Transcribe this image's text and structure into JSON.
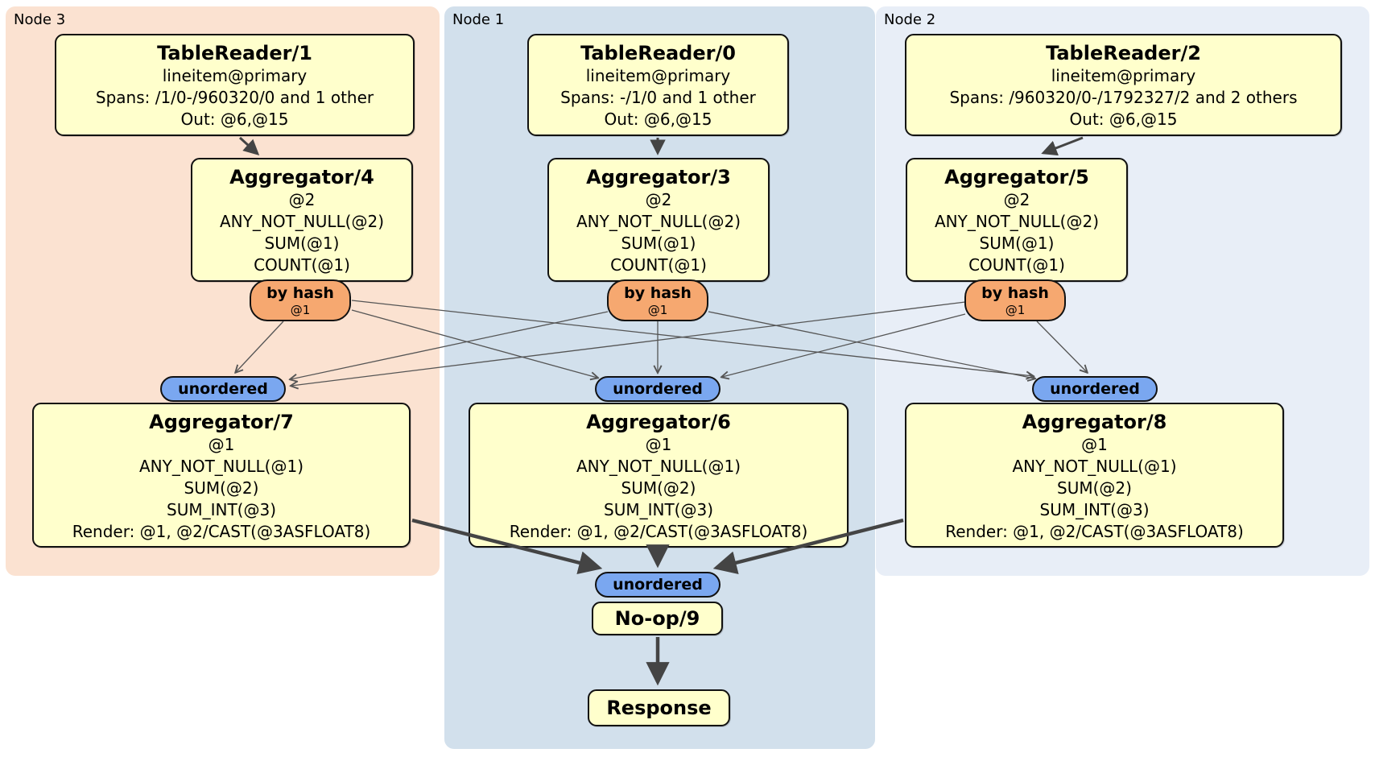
{
  "groups": [
    {
      "label": "Node 3"
    },
    {
      "label": "Node 1"
    },
    {
      "label": "Node 2"
    }
  ],
  "processors": {
    "tableReader1": {
      "title": "TableReader/1",
      "lines": [
        "lineitem@primary",
        "Spans: /1/0-/960320/0 and 1 other",
        "Out: @6,@15"
      ]
    },
    "tableReader0": {
      "title": "TableReader/0",
      "lines": [
        "lineitem@primary",
        "Spans: -/1/0 and 1 other",
        "Out: @6,@15"
      ]
    },
    "tableReader2": {
      "title": "TableReader/2",
      "lines": [
        "lineitem@primary",
        "Spans: /960320/0-/1792327/2 and 2 others",
        "Out: @6,@15"
      ]
    },
    "aggregator4": {
      "title": "Aggregator/4",
      "lines": [
        "@2",
        "ANY_NOT_NULL(@2)",
        "SUM(@1)",
        "COUNT(@1)"
      ]
    },
    "aggregator3": {
      "title": "Aggregator/3",
      "lines": [
        "@2",
        "ANY_NOT_NULL(@2)",
        "SUM(@1)",
        "COUNT(@1)"
      ]
    },
    "aggregator5": {
      "title": "Aggregator/5",
      "lines": [
        "@2",
        "ANY_NOT_NULL(@2)",
        "SUM(@1)",
        "COUNT(@1)"
      ]
    },
    "aggregator7": {
      "title": "Aggregator/7",
      "lines": [
        "@1",
        "ANY_NOT_NULL(@1)",
        "SUM(@2)",
        "SUM_INT(@3)",
        "Render: @1, @2/CAST(@3ASFLOAT8)"
      ]
    },
    "aggregator6": {
      "title": "Aggregator/6",
      "lines": [
        "@1",
        "ANY_NOT_NULL(@1)",
        "SUM(@2)",
        "SUM_INT(@3)",
        "Render: @1, @2/CAST(@3ASFLOAT8)"
      ]
    },
    "aggregator8": {
      "title": "Aggregator/8",
      "lines": [
        "@1",
        "ANY_NOT_NULL(@1)",
        "SUM(@2)",
        "SUM_INT(@3)",
        "Render: @1, @2/CAST(@3ASFLOAT8)"
      ]
    },
    "noop9": {
      "title": "No-op/9"
    },
    "response": {
      "title": "Response"
    }
  },
  "router": {
    "label": "by hash",
    "key": "@1"
  },
  "sync": {
    "label": "unordered"
  },
  "edges": [
    "TableReader/1 -> Aggregator/4",
    "TableReader/0 -> Aggregator/3",
    "TableReader/2 -> Aggregator/5",
    "Aggregator/4 by hash -> unordered/7",
    "Aggregator/4 by hash -> unordered/6",
    "Aggregator/4 by hash -> unordered/8",
    "Aggregator/3 by hash -> unordered/7",
    "Aggregator/3 by hash -> unordered/6",
    "Aggregator/3 by hash -> unordered/8",
    "Aggregator/5 by hash -> unordered/7",
    "Aggregator/5 by hash -> unordered/6",
    "Aggregator/5 by hash -> unordered/8",
    "Aggregator/7 -> unordered/9",
    "Aggregator/6 -> unordered/9",
    "Aggregator/8 -> unordered/9",
    "No-op/9 -> Response"
  ],
  "colors": {
    "node3_bg": "#fbe2d1",
    "node1_bg": "#d2e0ec",
    "node2_bg": "#e8eef7",
    "processor_fill": "#ffffcc",
    "router_fill": "#f6a870",
    "sync_fill": "#7aa7f0",
    "edge": "#444444"
  }
}
